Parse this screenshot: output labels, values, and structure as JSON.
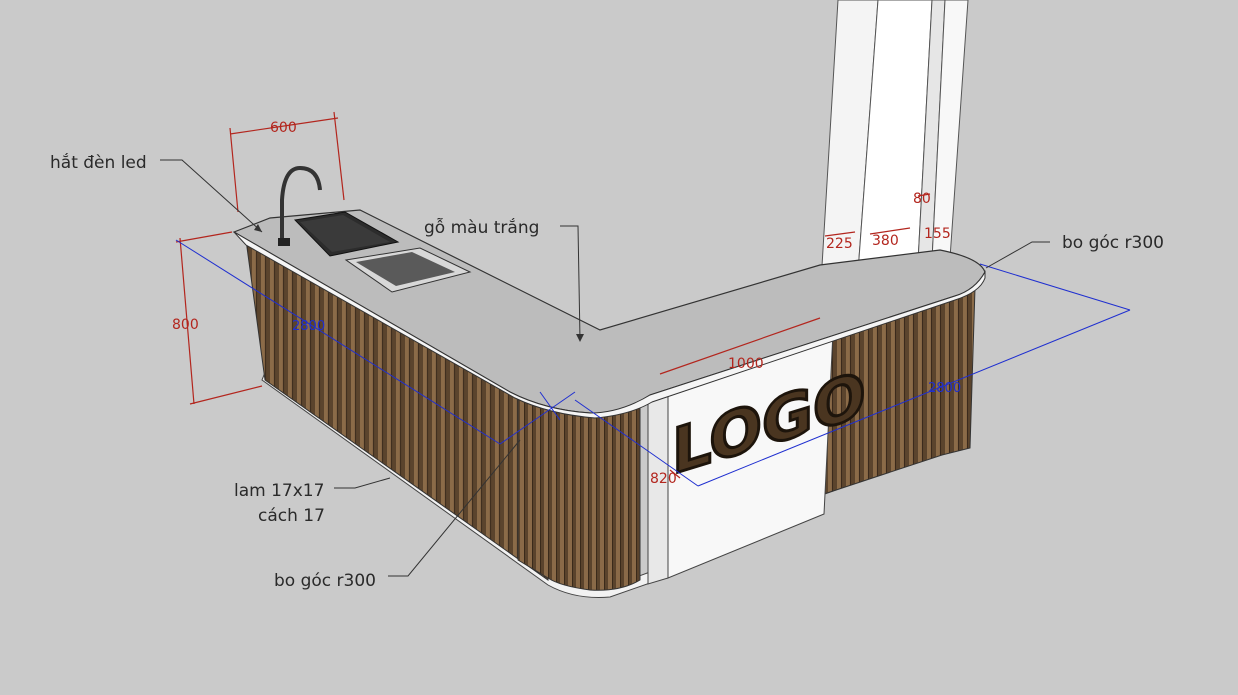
{
  "labels": {
    "led": "hắt đèn led",
    "white_wood": "gỗ màu trắng",
    "corner_right": "bo góc r300",
    "lam_line1": "lam 17x17",
    "lam_line2": "cách 17",
    "corner_bottom": "bo góc r300"
  },
  "logo_text": "LOGO",
  "dimensions": {
    "sink_width": "600",
    "height": "800",
    "left_length": "2800",
    "right_length": "2800",
    "logo_panel": "1000",
    "logo_height": "820",
    "col_a": "225",
    "col_b": "380",
    "col_c": "155",
    "col_d": "80"
  },
  "colors": {
    "background": "#cacaca",
    "countertop": "#bdbdbd",
    "slats": "#6b5238",
    "dim_red": "#b3261e",
    "dim_blue": "#1f2fd0",
    "white": "#f7f7f7"
  }
}
